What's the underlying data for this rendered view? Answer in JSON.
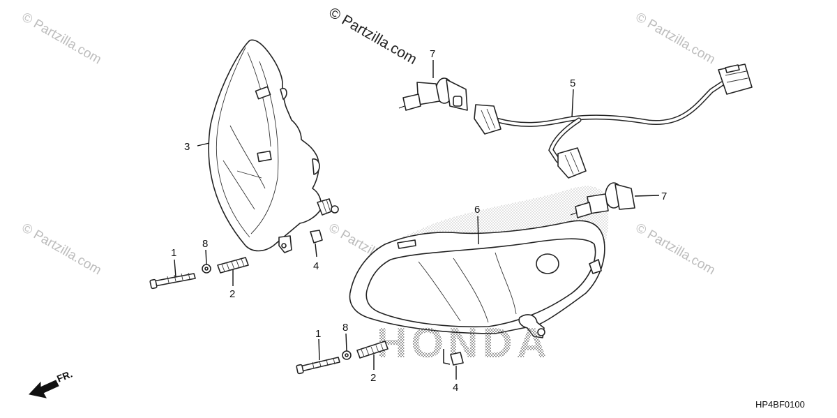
{
  "watermarks": {
    "main": "© Partzilla.com",
    "faint": "© Partzilla.com"
  },
  "brand_mark": "HONDA",
  "direction_label": "FR.",
  "diagram_code": "HP4BF0100",
  "callouts": {
    "c1a": "1",
    "c1b": "1",
    "c2a": "2",
    "c2b": "2",
    "c3": "3",
    "c4a": "4",
    "c4b": "4",
    "c5": "5",
    "c6": "6",
    "c7a": "7",
    "c7b": "7",
    "c8a": "8",
    "c8b": "8"
  }
}
